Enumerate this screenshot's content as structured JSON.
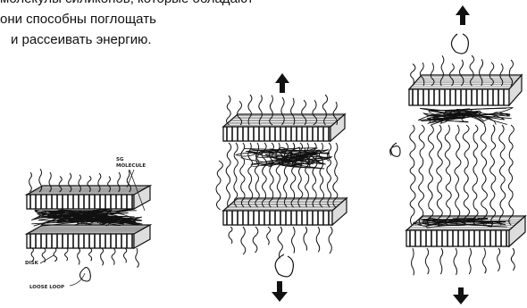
{
  "caption": {
    "line1": "молекулы силиконов, которые обладают",
    "line2": "они способны поглощать",
    "line3": "и рассеивать энергию."
  },
  "labels": {
    "molecule": [
      "SG",
      "MOLECULE"
    ],
    "disk": "DISK",
    "loose_loop": "LOOSE LOOP"
  },
  "panels": [
    {
      "id": "compressed",
      "arrows": "none"
    },
    {
      "id": "stretched",
      "arrows": "up-down"
    },
    {
      "id": "extended",
      "arrows": "up-down"
    }
  ]
}
